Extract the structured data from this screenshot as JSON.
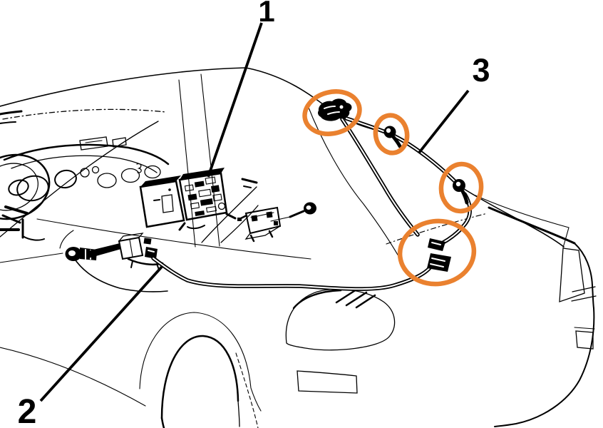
{
  "diagram": {
    "background_color": "#ffffff",
    "line_color": "#000000",
    "highlight_color": "#EA812F",
    "callouts": [
      {
        "label": "1"
      },
      {
        "label": "2"
      },
      {
        "label": "3"
      }
    ],
    "highlight_ring_count": 4
  }
}
